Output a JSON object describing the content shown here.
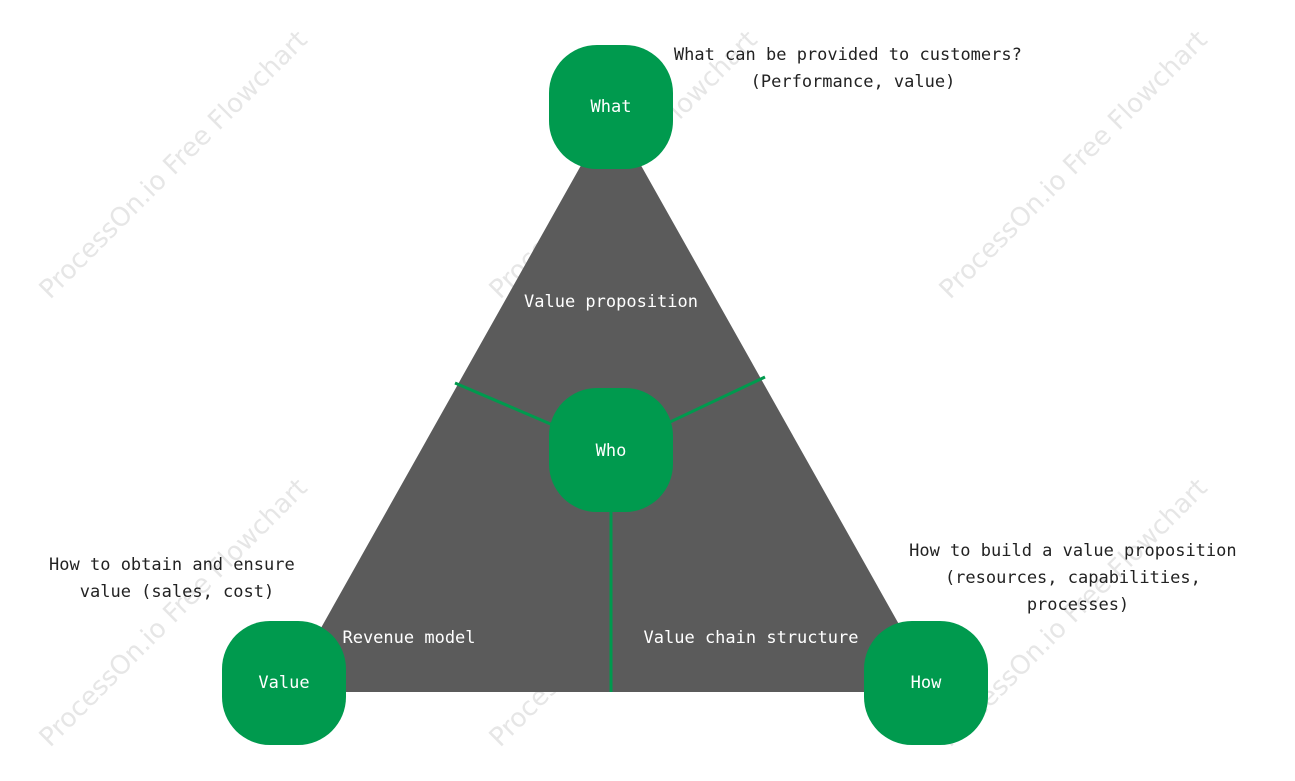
{
  "colors": {
    "triangle_fill": "#5b5b5b",
    "node_fill": "#009a4e",
    "divider": "#009a4e",
    "annotation_text": "#222222",
    "label_text": "#ffffff",
    "watermark": "#e6e6e6"
  },
  "watermark": {
    "text": "ProcessOn.io Free Flowchart"
  },
  "nodes": {
    "what": "What",
    "who": "Who",
    "value": "Value",
    "how": "How"
  },
  "regions": {
    "top": "Value proposition",
    "left": "Revenue model",
    "right": "Value chain structure"
  },
  "annotations": {
    "what": [
      "What can be provided to customers?",
      "(Performance, value)"
    ],
    "value": [
      "How to obtain and ensure",
      "value (sales, cost)"
    ],
    "how": [
      "How to build a value proposition",
      "(resources, capabilities,",
      "processes)"
    ]
  }
}
